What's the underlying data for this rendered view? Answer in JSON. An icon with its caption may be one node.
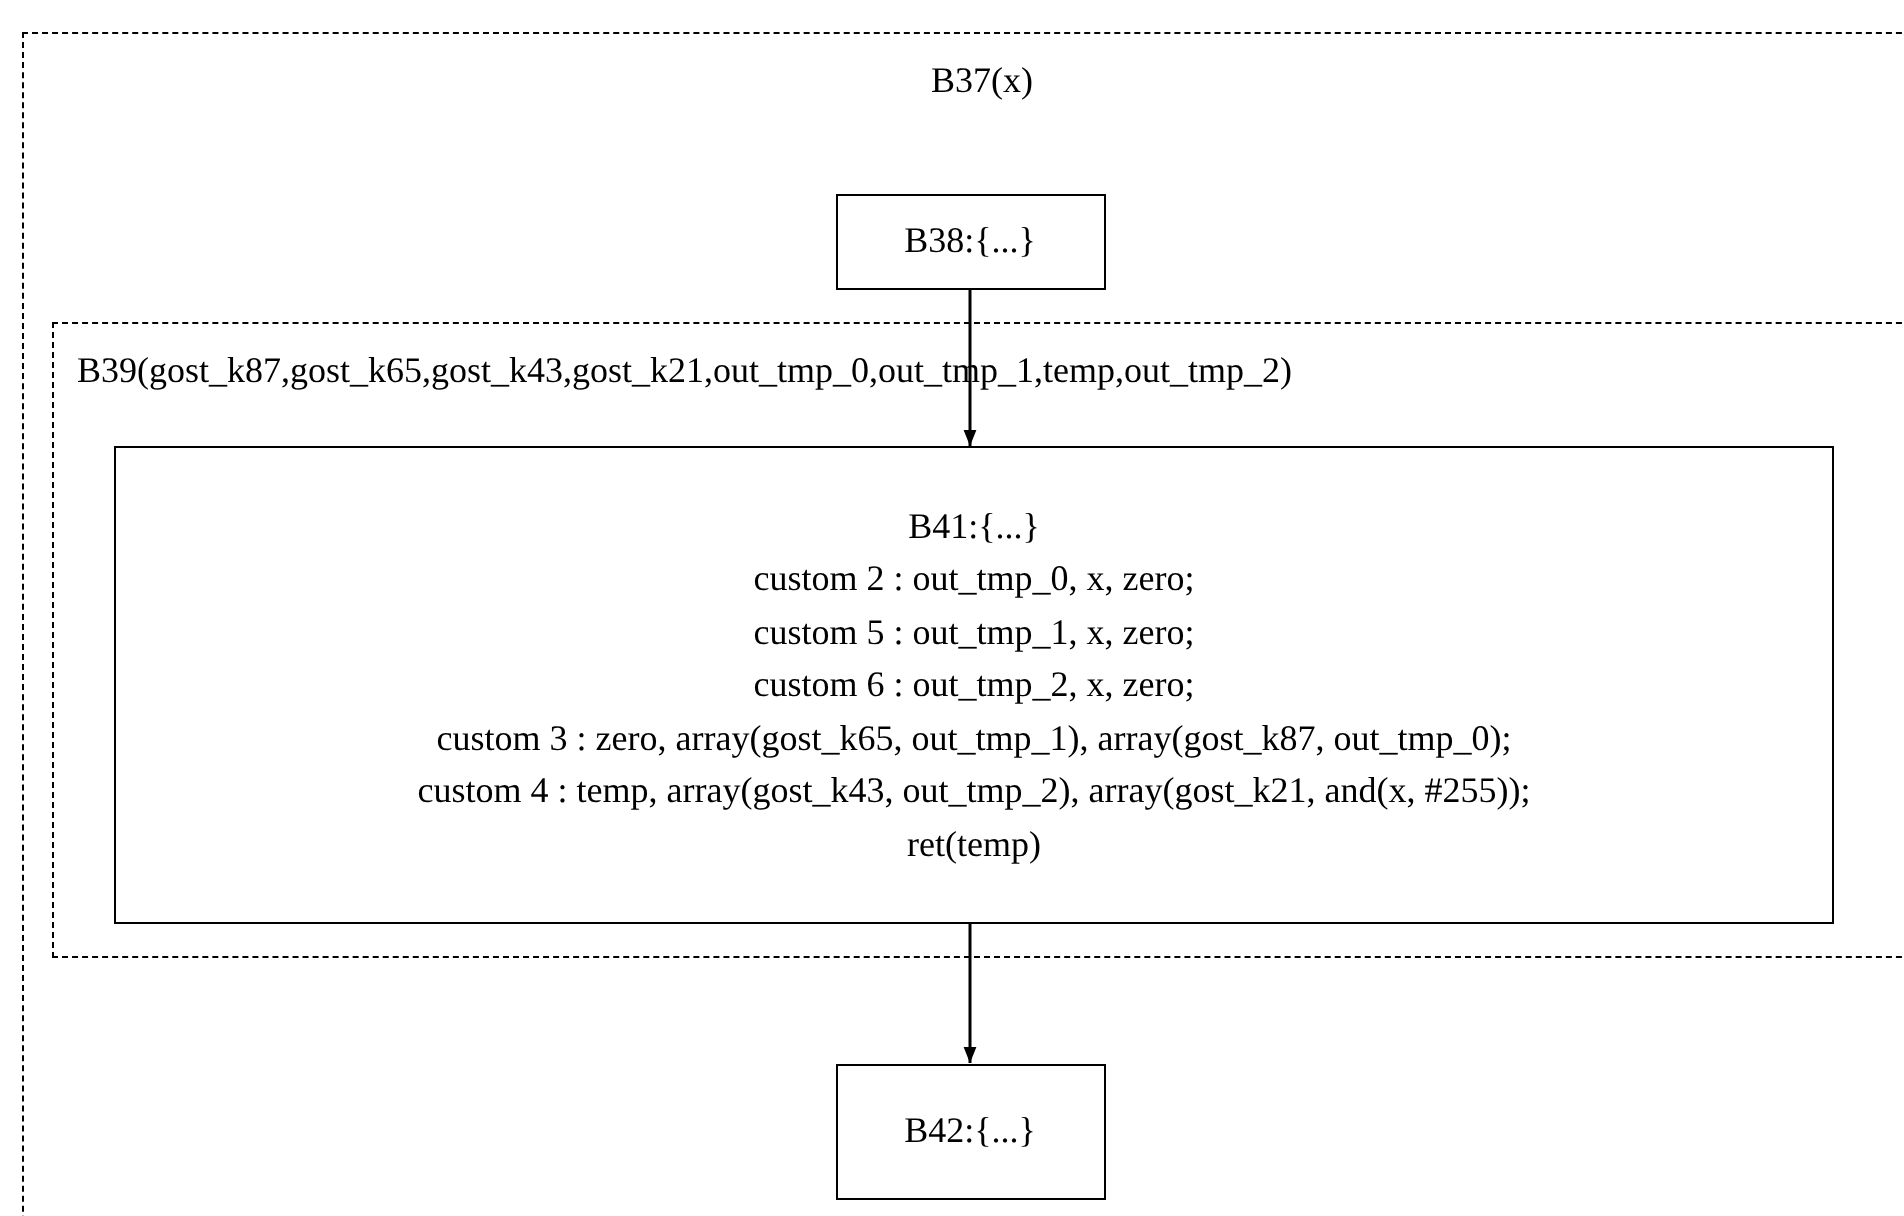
{
  "diagram": {
    "nodes": [
      {
        "text": [
          "B37(x)"
        ]
      },
      {
        "text": [
          "B38:{...}"
        ],
        "in": 0
      },
      {
        "text": [
          "B39(gost_k87,gost_k65,gost_k43,gost_k21,out_tmp_0,out_tmp_1,temp,out_tmp_2)"
        ],
        "in": 0
      },
      {
        "text": [
          "B41:{...}",
          "custom 2 : out_tmp_0, x, zero;",
          "custom 5 : out_tmp_1, x, zero;",
          "custom 6 : out_tmp_2, x, zero;",
          "custom 3 : zero, array(gost_k65, out_tmp_1), array(gost_k87, out_tmp_0);",
          "custom 4 : temp, array(gost_k43, out_tmp_2), array(gost_k21, and(x, #255));",
          "ret(temp)"
        ],
        "in": 2
      },
      {
        "text": [
          "B42:{...}"
        ],
        "in": 0
      }
    ],
    "edges": [
      {
        "from": 1,
        "to": 3,
        "arrow": "to"
      },
      {
        "from": 3,
        "to": 4,
        "arrow": "to"
      }
    ]
  }
}
